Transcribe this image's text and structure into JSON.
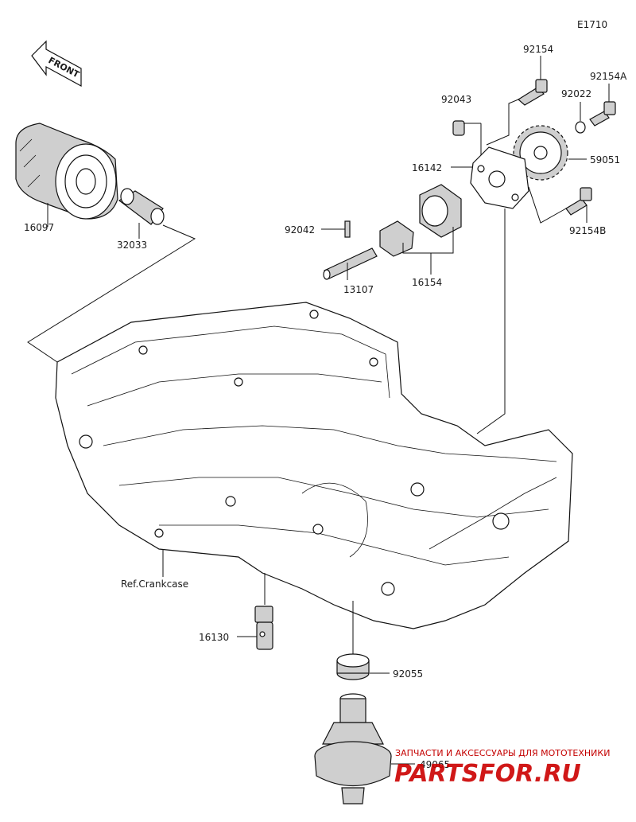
{
  "diagram_code": "E1710",
  "front_label": "FRONT",
  "parts": {
    "p16097": "16097",
    "p32033": "32033",
    "p92043": "92043",
    "p92154": "92154",
    "p92022": "92022",
    "p92154A": "92154A",
    "p16142": "16142",
    "p59051": "59051",
    "p92042": "92042",
    "p92154B": "92154B",
    "p13107": "13107",
    "p16154": "16154",
    "p16130": "16130",
    "p92055": "92055",
    "p49065": "49065"
  },
  "ref_label": "Ref.Crankcase",
  "watermark": {
    "tagline": "ЗАПЧАСТИ И АКСЕССУАРЫ ДЛЯ МОТОТЕХНИКИ",
    "brand": "PARTSFOR.RU"
  }
}
